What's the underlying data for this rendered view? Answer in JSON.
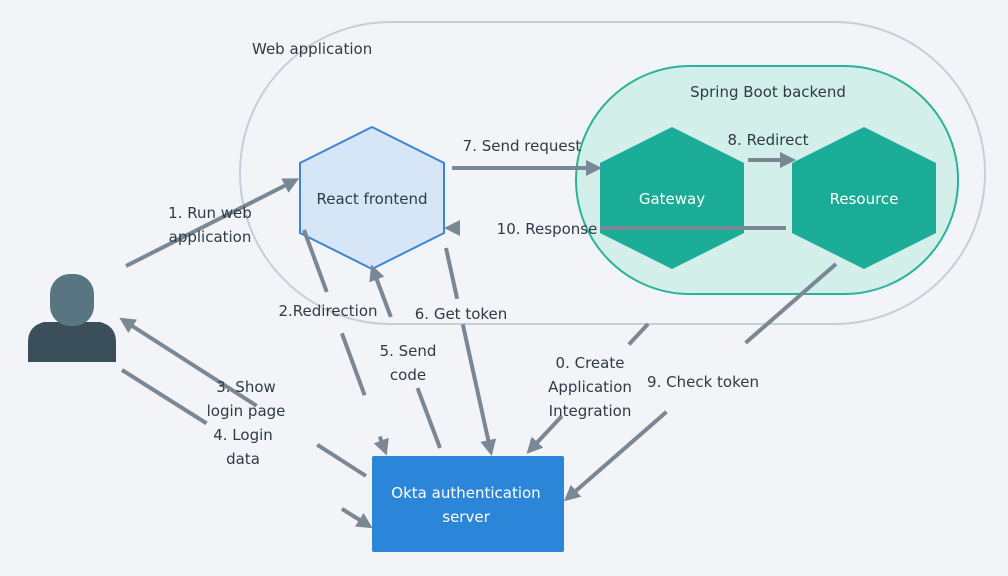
{
  "groups": {
    "web_app": "Web application",
    "spring_backend": "Spring Boot backend"
  },
  "nodes": {
    "react": "React frontend",
    "gateway": "Gateway",
    "resource": "Resource",
    "okta_line1": "Okta authentication",
    "okta_line2": "server"
  },
  "steps": {
    "s0_line1": "0. Create",
    "s0_line2": "Application",
    "s0_line3": "Integration",
    "s1_line1": "1. Run web",
    "s1_line2": "application",
    "s2": "2.Redirection",
    "s3_line1": "3. Show",
    "s3_line2": "login page",
    "s4_line1": "4. Login",
    "s4_line2": "data",
    "s5_line1": "5. Send",
    "s5_line2": "code",
    "s6": "6. Get token",
    "s7": "7. Send request",
    "s8": "8. Redirect",
    "s9": "9. Check token",
    "s10": "10. Response"
  },
  "icons": {
    "user": "user-icon"
  },
  "colors": {
    "background": "#f2f4f7",
    "web_app_border": "#c6ced6",
    "backend_fill": "#d3efea",
    "backend_border": "#2bb39a",
    "react_fill": "#d6e6f7",
    "react_border": "#3d86d6",
    "service_fill": "#1aac96",
    "okta_fill": "#2b86d9",
    "user_head": "#5a7582",
    "user_body": "#3b4f5b",
    "arrow": "#7a8794",
    "text": "#2e3a46"
  }
}
